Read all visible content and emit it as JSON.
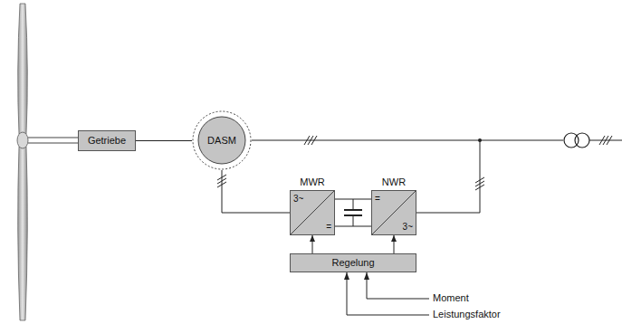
{
  "diagram": {
    "nodes": [
      {
        "text": [
          "Getriebe"
        ]
      },
      {
        "text": [
          "DASM"
        ]
      },
      {
        "text": [
          "MWR",
          "3~",
          "="
        ]
      },
      {
        "text": [
          "NWR",
          "=",
          "3~"
        ]
      },
      {
        "text": [
          "Regelung"
        ]
      }
    ],
    "edges": [
      {
        "from": 0,
        "to": 1,
        "arrow": "none"
      },
      {
        "from": 1,
        "to": 2,
        "arrow": "none"
      },
      {
        "from": 2,
        "to": 3,
        "arrow": "none"
      },
      {
        "from": 4,
        "to": 2,
        "arrow": "to"
      },
      {
        "from": 4,
        "to": 3,
        "arrow": "to"
      }
    ],
    "labels": [
      "Moment",
      "Leistungsfaktor"
    ]
  }
}
